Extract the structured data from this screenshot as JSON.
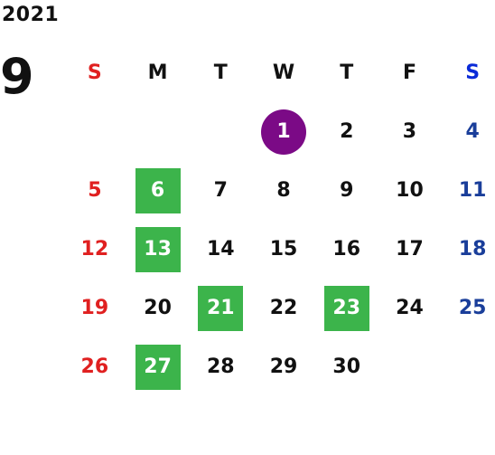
{
  "header": {
    "year": "2021",
    "month": "9"
  },
  "weekdays": [
    "S",
    "M",
    "T",
    "W",
    "T",
    "F",
    "S"
  ],
  "weeks": [
    [
      {
        "day": "",
        "style": "blank"
      },
      {
        "day": "",
        "style": "blank"
      },
      {
        "day": "",
        "style": "blank"
      },
      {
        "day": "1",
        "style": "circle"
      },
      {
        "day": "2",
        "style": "normal"
      },
      {
        "day": "3",
        "style": "normal"
      },
      {
        "day": "4",
        "style": "sat"
      }
    ],
    [
      {
        "day": "5",
        "style": "sun"
      },
      {
        "day": "6",
        "style": "green"
      },
      {
        "day": "7",
        "style": "normal"
      },
      {
        "day": "8",
        "style": "normal"
      },
      {
        "day": "9",
        "style": "normal"
      },
      {
        "day": "10",
        "style": "normal"
      },
      {
        "day": "11",
        "style": "sat"
      }
    ],
    [
      {
        "day": "12",
        "style": "sun"
      },
      {
        "day": "13",
        "style": "green"
      },
      {
        "day": "14",
        "style": "normal"
      },
      {
        "day": "15",
        "style": "normal"
      },
      {
        "day": "16",
        "style": "normal"
      },
      {
        "day": "17",
        "style": "normal"
      },
      {
        "day": "18",
        "style": "sat"
      }
    ],
    [
      {
        "day": "19",
        "style": "sun"
      },
      {
        "day": "20",
        "style": "normal"
      },
      {
        "day": "21",
        "style": "green"
      },
      {
        "day": "22",
        "style": "normal"
      },
      {
        "day": "23",
        "style": "green"
      },
      {
        "day": "24",
        "style": "normal"
      },
      {
        "day": "25",
        "style": "sat"
      }
    ],
    [
      {
        "day": "26",
        "style": "sun"
      },
      {
        "day": "27",
        "style": "green"
      },
      {
        "day": "28",
        "style": "normal"
      },
      {
        "day": "29",
        "style": "normal"
      },
      {
        "day": "30",
        "style": "normal"
      },
      {
        "day": "",
        "style": "blank"
      },
      {
        "day": "",
        "style": "blank"
      }
    ]
  ],
  "colors": {
    "sunday": "#e02020",
    "saturday": "#1a3e9a",
    "saturday_header": "#0a2ad8",
    "highlight_green": "#3cb44b",
    "highlight_purple": "#7b0a86"
  }
}
